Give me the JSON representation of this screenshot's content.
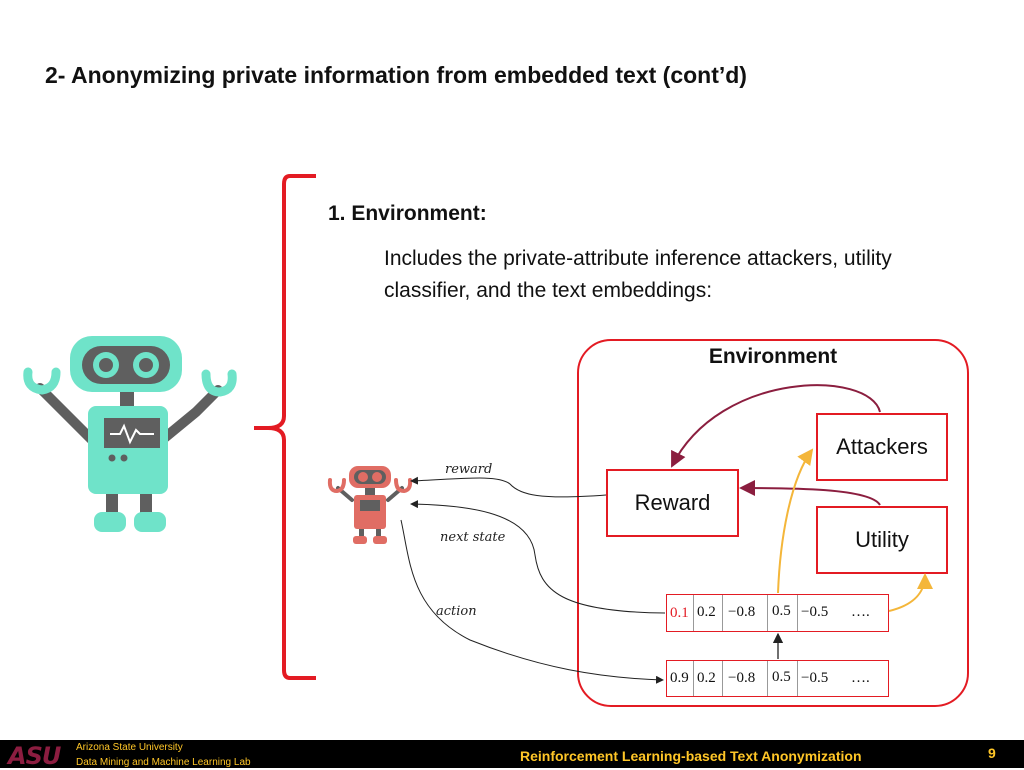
{
  "slide": {
    "title": "2- Anonymizing private information from embedded text (cont’d)",
    "section_heading": "1. Environment:",
    "section_body": "Includes the private-attribute inference attackers, utility classifier, and the text embeddings:"
  },
  "diagram": {
    "environment_label": "Environment",
    "attackers_label": "Attackers",
    "reward_label": "Reward",
    "utility_label": "Utility",
    "reward_edge": "reward",
    "next_state_edge": "next state",
    "action_edge": "action",
    "top_row": [
      "0.1",
      "0.2",
      "−0.8",
      "0.5",
      "−0.5",
      "…."
    ],
    "bottom_row": [
      "0.9",
      "0.2",
      "−0.8",
      "0.5",
      "−0.5",
      "…."
    ]
  },
  "footer": {
    "logo_text": "ASU",
    "university": "Arizona State University",
    "lab": "Data Mining and Machine Learning Lab",
    "course_title": "Reinforcement Learning-based Text Anonymization",
    "page_number": "9"
  },
  "colors": {
    "accent_red": "#e31b23",
    "robot_teal": "#6fe3c9",
    "robot_red": "#e06d64",
    "arrow_maroon": "#8b1e3f",
    "arrow_yellow": "#f4b63a",
    "footer_gold": "#ffc627"
  }
}
